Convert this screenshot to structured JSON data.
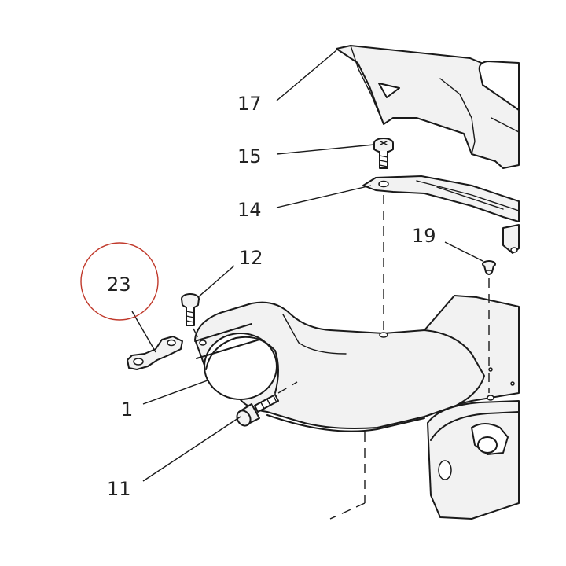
{
  "callouts": {
    "c17": "17",
    "c15": "15",
    "c14": "14",
    "c19": "19",
    "c12": "12",
    "c23": "23",
    "c1": "1",
    "c11": "11"
  },
  "colors": {
    "line": "#1a1a1a",
    "highlight_circle": "#c0392b",
    "text": "#222222"
  }
}
